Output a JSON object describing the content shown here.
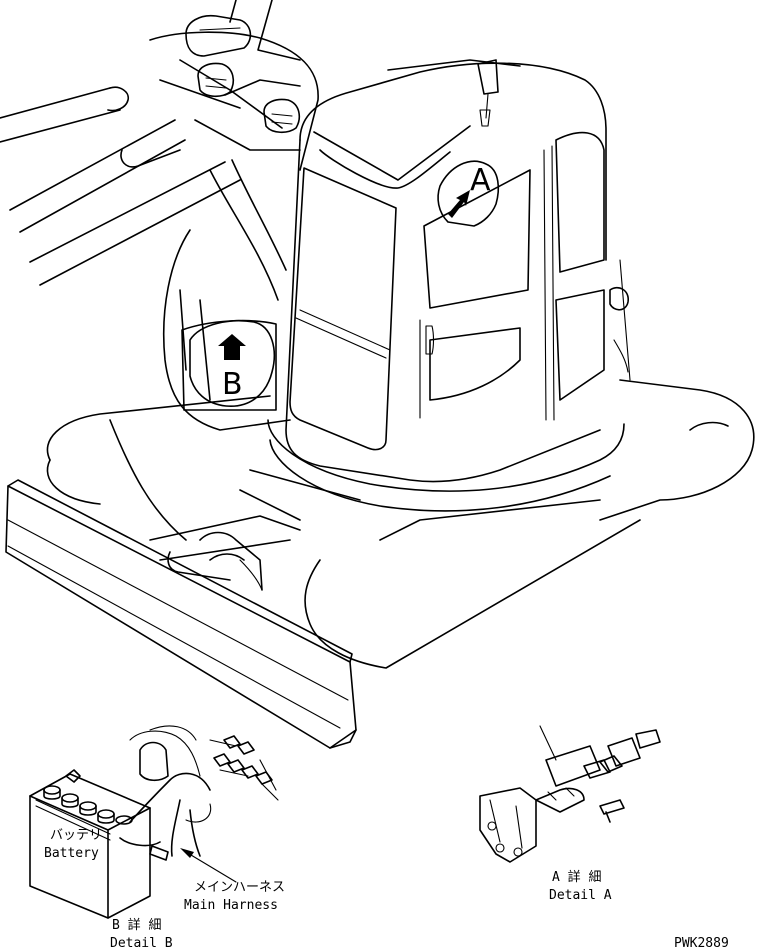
{
  "callouts": {
    "a": "A",
    "b": "B"
  },
  "battery": {
    "jp": "バッテリ",
    "en": "Battery"
  },
  "harness": {
    "jp": "メインハーネス",
    "en": "Main Harness"
  },
  "detail_a": {
    "jp": "A 詳 細",
    "en": "Detail A"
  },
  "detail_b": {
    "jp": "B 詳 細",
    "en": "Detail B"
  },
  "drawing_code": "PWK2889"
}
